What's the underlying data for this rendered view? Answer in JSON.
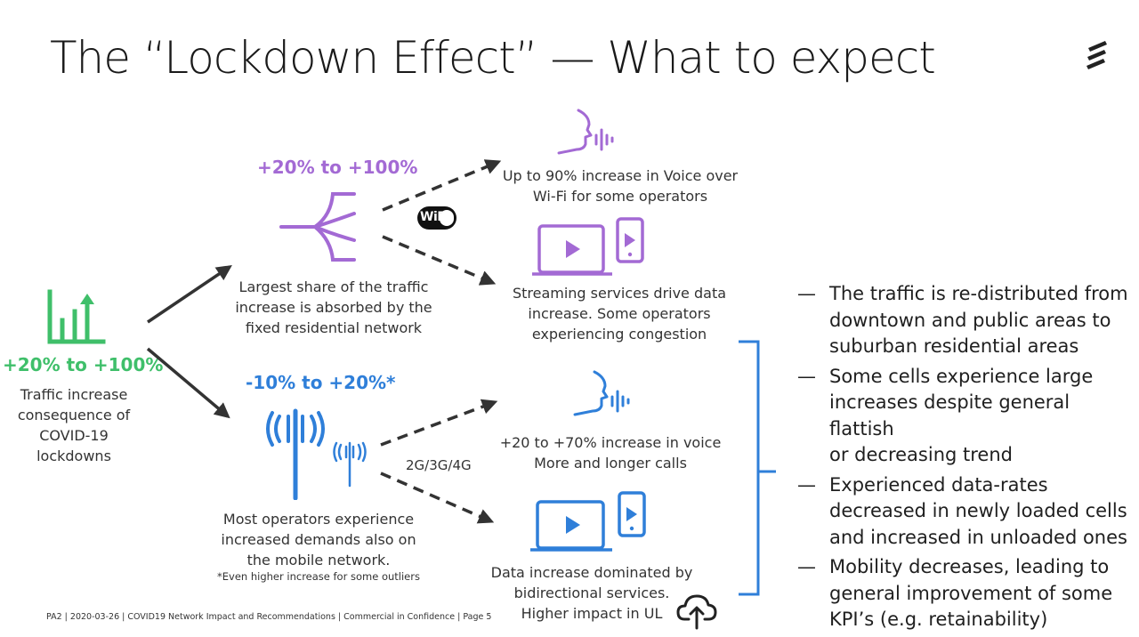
{
  "title": "The “Lockdown Effect” — What to expect",
  "left": {
    "pct": "+20% to +100%",
    "caption": [
      "Traffic increase",
      "consequence of",
      "COVID-19",
      "lockdowns"
    ]
  },
  "fixed": {
    "pct": "+20% to +100%",
    "caption": [
      "Largest share of the traffic",
      "increase is absorbed by the",
      "fixed residential network"
    ],
    "wifi_label": "WiFi"
  },
  "mobile": {
    "pct": "-10% to +20%*",
    "caption": [
      "Most operators experience",
      "increased demands also on",
      "the mobile network."
    ],
    "footnote": "*Even higher increase for some outliers",
    "tech_label": "2G/3G/4G"
  },
  "outcomes": {
    "vowifi": [
      "Up to 90% increase in Voice over",
      "Wi-Fi  for some operators"
    ],
    "streaming": [
      "Streaming services drive data",
      "increase. Some operators",
      "experiencing congestion"
    ],
    "voice": [
      "+20 to +70% increase in voice",
      "More and longer calls"
    ],
    "data": [
      "Data increase dominated by",
      "bidirectional services.",
      "Higher impact in UL"
    ]
  },
  "bullets": [
    [
      "The traffic is re-distributed from",
      "downtown and public areas to",
      "suburban residential areas"
    ],
    [
      "Some cells experience large",
      "increases despite general flattish",
      "or decreasing trend"
    ],
    [
      "Experienced data-rates",
      "decreased in newly loaded cells",
      "and increased in unloaded ones"
    ],
    [
      "Mobility decreases, leading to",
      "general improvement of some",
      "KPI’s (e.g. retainability)"
    ]
  ],
  "bullet_dash": "—",
  "footer": "PA2  |  2020-03-26  |  COVID19 Network Impact and Recommendations  |  Commercial in Confidence  |  Page 5",
  "colors": {
    "purple": "#a36ad4",
    "blue": "#2f7fd9",
    "green": "#3fbf6a",
    "dark": "#333333"
  },
  "icons": [
    "ericsson-logo",
    "bar-chart-growth-icon",
    "fiber-branch-icon",
    "wifi-icon",
    "voice-speaking-icon",
    "video-streaming-icon",
    "cell-tower-icon",
    "small-cell-icon",
    "cloud-upload-icon"
  ]
}
